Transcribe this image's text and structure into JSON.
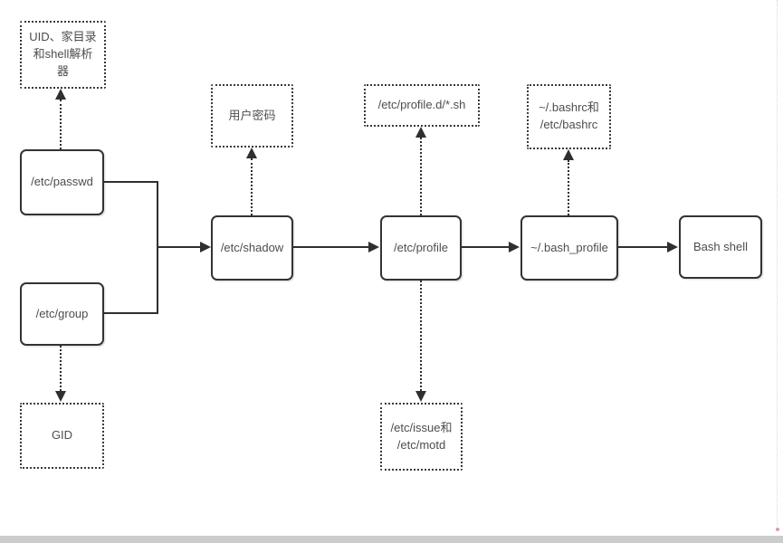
{
  "page": {
    "background_color": "#ffffff",
    "node_border_color": "#333333",
    "node_text_color": "#4d4d4d",
    "connector_color": "#2f2f2f",
    "page_edge_color": "#d9d9d9",
    "page_edge_dot_color": "#e39aa6",
    "bottom_bar_color": "#cccccc"
  },
  "diagram": {
    "nodes": {
      "uid_parser": {
        "lines": [
          "UID、家目录",
          "和shell解析",
          "器"
        ],
        "style": "dotted"
      },
      "passwd": {
        "label": "/etc/passwd",
        "style": "solid"
      },
      "group": {
        "label": "/etc/group",
        "style": "solid"
      },
      "gid": {
        "label": "GID",
        "style": "dotted"
      },
      "user_password": {
        "label": "用户密码",
        "style": "dotted"
      },
      "shadow": {
        "label": "/etc/shadow",
        "style": "solid"
      },
      "profile_d": {
        "label": "/etc/profile.d/*.sh",
        "style": "dotted"
      },
      "profile": {
        "label": "/etc/profile",
        "style": "solid"
      },
      "issue_motd": {
        "lines": [
          "/etc/issue和",
          "/etc/motd"
        ],
        "style": "dotted"
      },
      "bashrc": {
        "lines": [
          "~/.bashrc和",
          "/etc/bashrc"
        ],
        "style": "dotted"
      },
      "bash_profile": {
        "label": "~/.bash_profile",
        "style": "solid"
      },
      "bash_shell": {
        "label": "Bash shell",
        "style": "solid"
      }
    },
    "edges": [
      {
        "from": "/etc/passwd",
        "to": "UID、家目录和shell解析器",
        "style": "dotted-arrow-up"
      },
      {
        "from": "/etc/group",
        "to": "GID",
        "style": "dotted-arrow-down"
      },
      {
        "from": "/etc/passwd",
        "to": "/etc/shadow",
        "style": "solid-arrow",
        "note": "merged with /etc/group"
      },
      {
        "from": "/etc/group",
        "to": "/etc/shadow",
        "style": "solid-arrow",
        "note": "merged with /etc/passwd"
      },
      {
        "from": "/etc/shadow",
        "to": "用户密码",
        "style": "dotted-arrow-up"
      },
      {
        "from": "/etc/shadow",
        "to": "/etc/profile",
        "style": "solid-arrow"
      },
      {
        "from": "/etc/profile",
        "to": "/etc/profile.d/*.sh",
        "style": "dotted-arrow-up"
      },
      {
        "from": "/etc/profile",
        "to": "/etc/issue和/etc/motd",
        "style": "dotted-arrow-down"
      },
      {
        "from": "/etc/profile",
        "to": "~/.bash_profile",
        "style": "solid-arrow"
      },
      {
        "from": "~/.bash_profile",
        "to": "~/.bashrc和/etc/bashrc",
        "style": "dotted-arrow-up"
      },
      {
        "from": "~/.bash_profile",
        "to": "Bash shell",
        "style": "solid-arrow"
      }
    ]
  }
}
